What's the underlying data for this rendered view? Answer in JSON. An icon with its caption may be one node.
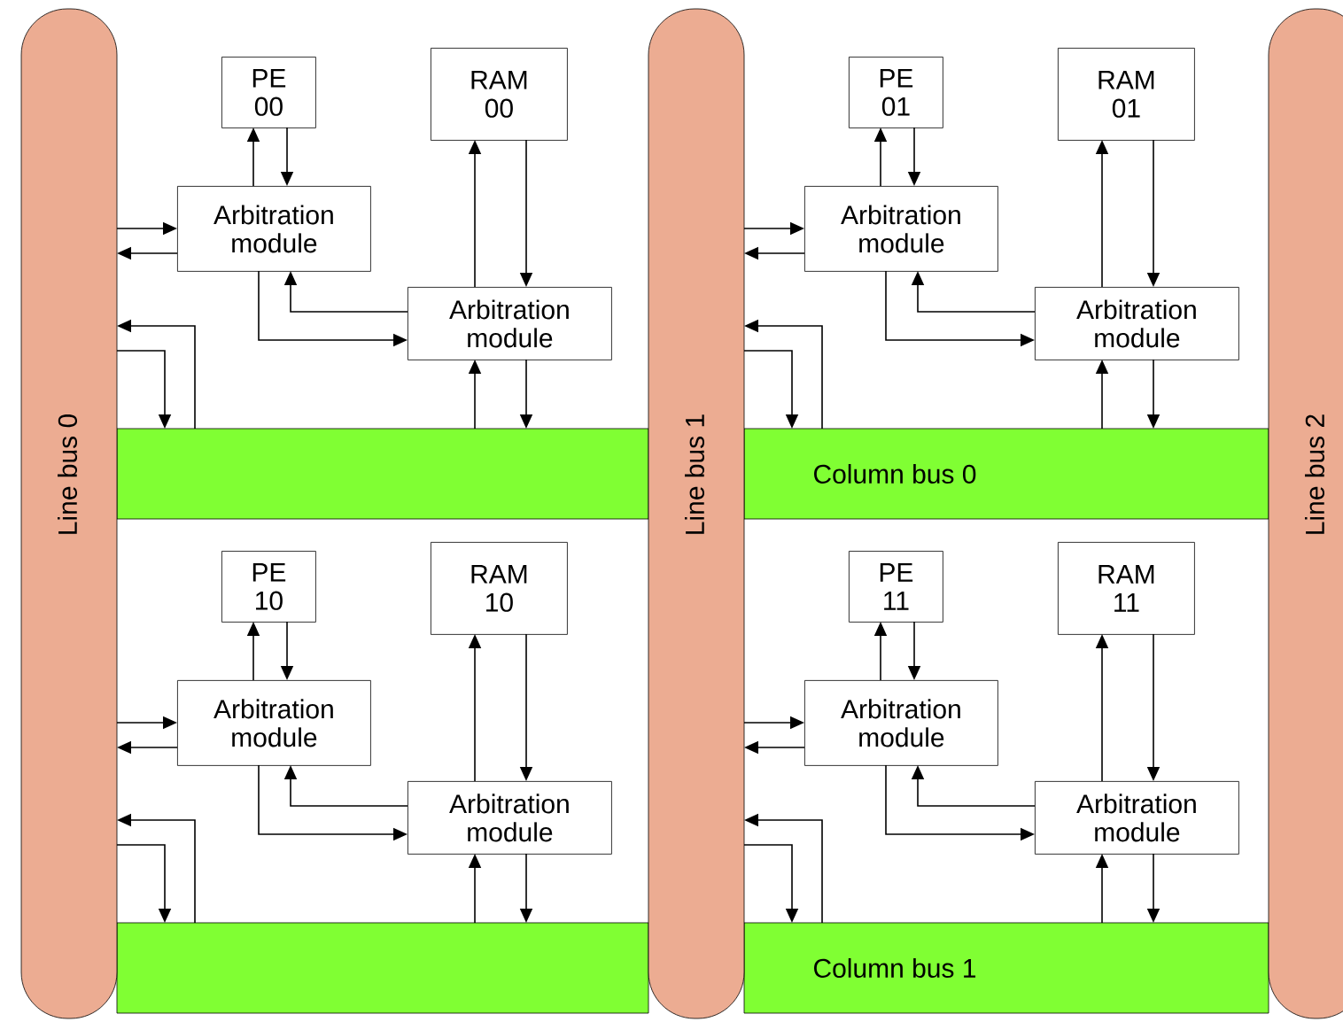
{
  "diagram": {
    "nodes": [
      {
        "text": [
          "Line bus 0"
        ]
      },
      {
        "text": [
          "Line bus 1"
        ]
      },
      {
        "text": [
          "Line bus 2"
        ]
      },
      {
        "text": [
          "Column bus 0"
        ]
      },
      {
        "text": [
          "Column bus 1"
        ]
      },
      {
        "text": [
          "PE 00"
        ]
      },
      {
        "text": [
          "RAM 00"
        ]
      },
      {
        "text": [
          "Arbitration module"
        ]
      },
      {
        "text": [
          "Arbitration module"
        ]
      },
      {
        "text": [
          "PE 01"
        ]
      },
      {
        "text": [
          "RAM 01"
        ]
      },
      {
        "text": [
          "Arbitration module"
        ]
      },
      {
        "text": [
          "Arbitration module"
        ]
      },
      {
        "text": [
          "PE 10"
        ]
      },
      {
        "text": [
          "RAM 10"
        ]
      },
      {
        "text": [
          "Arbitration module"
        ]
      },
      {
        "text": [
          "Arbitration module"
        ]
      },
      {
        "text": [
          "PE 11"
        ]
      },
      {
        "text": [
          "RAM 11"
        ]
      },
      {
        "text": [
          "Arbitration module"
        ]
      },
      {
        "text": [
          "Arbitration module"
        ]
      }
    ],
    "edges": [
      {
        "from": 7,
        "to": 5,
        "arrow": "to"
      },
      {
        "from": 5,
        "to": 7,
        "arrow": "to"
      },
      {
        "from": 8,
        "to": 6,
        "arrow": "to"
      },
      {
        "from": 6,
        "to": 8,
        "arrow": "to"
      },
      {
        "from": 0,
        "to": 7,
        "arrow": "to"
      },
      {
        "from": 7,
        "to": 0,
        "arrow": "to"
      },
      {
        "from": 7,
        "to": 8,
        "arrow": "to"
      },
      {
        "from": 8,
        "to": 7,
        "arrow": "to"
      },
      {
        "from": 3,
        "to": 8,
        "arrow": "to"
      },
      {
        "from": 8,
        "to": 3,
        "arrow": "to"
      },
      {
        "from": 0,
        "to": 3,
        "arrow": "to"
      },
      {
        "from": 3,
        "to": 0,
        "arrow": "to"
      },
      {
        "from": 11,
        "to": 9,
        "arrow": "to"
      },
      {
        "from": 9,
        "to": 11,
        "arrow": "to"
      },
      {
        "from": 12,
        "to": 10,
        "arrow": "to"
      },
      {
        "from": 10,
        "to": 12,
        "arrow": "to"
      },
      {
        "from": 1,
        "to": 11,
        "arrow": "to"
      },
      {
        "from": 11,
        "to": 1,
        "arrow": "to"
      },
      {
        "from": 11,
        "to": 12,
        "arrow": "to"
      },
      {
        "from": 12,
        "to": 11,
        "arrow": "to"
      },
      {
        "from": 3,
        "to": 12,
        "arrow": "to"
      },
      {
        "from": 12,
        "to": 3,
        "arrow": "to"
      },
      {
        "from": 1,
        "to": 3,
        "arrow": "to"
      },
      {
        "from": 3,
        "to": 1,
        "arrow": "to"
      },
      {
        "from": 15,
        "to": 13,
        "arrow": "to"
      },
      {
        "from": 13,
        "to": 15,
        "arrow": "to"
      },
      {
        "from": 16,
        "to": 14,
        "arrow": "to"
      },
      {
        "from": 14,
        "to": 16,
        "arrow": "to"
      },
      {
        "from": 0,
        "to": 15,
        "arrow": "to"
      },
      {
        "from": 15,
        "to": 0,
        "arrow": "to"
      },
      {
        "from": 15,
        "to": 16,
        "arrow": "to"
      },
      {
        "from": 16,
        "to": 15,
        "arrow": "to"
      },
      {
        "from": 4,
        "to": 16,
        "arrow": "to"
      },
      {
        "from": 16,
        "to": 4,
        "arrow": "to"
      },
      {
        "from": 0,
        "to": 4,
        "arrow": "to"
      },
      {
        "from": 4,
        "to": 0,
        "arrow": "to"
      },
      {
        "from": 19,
        "to": 17,
        "arrow": "to"
      },
      {
        "from": 17,
        "to": 19,
        "arrow": "to"
      },
      {
        "from": 20,
        "to": 18,
        "arrow": "to"
      },
      {
        "from": 18,
        "to": 20,
        "arrow": "to"
      },
      {
        "from": 1,
        "to": 19,
        "arrow": "to"
      },
      {
        "from": 19,
        "to": 1,
        "arrow": "to"
      },
      {
        "from": 19,
        "to": 20,
        "arrow": "to"
      },
      {
        "from": 20,
        "to": 19,
        "arrow": "to"
      },
      {
        "from": 4,
        "to": 20,
        "arrow": "to"
      },
      {
        "from": 20,
        "to": 4,
        "arrow": "to"
      },
      {
        "from": 1,
        "to": 4,
        "arrow": "to"
      },
      {
        "from": 4,
        "to": 1,
        "arrow": "to"
      }
    ]
  }
}
